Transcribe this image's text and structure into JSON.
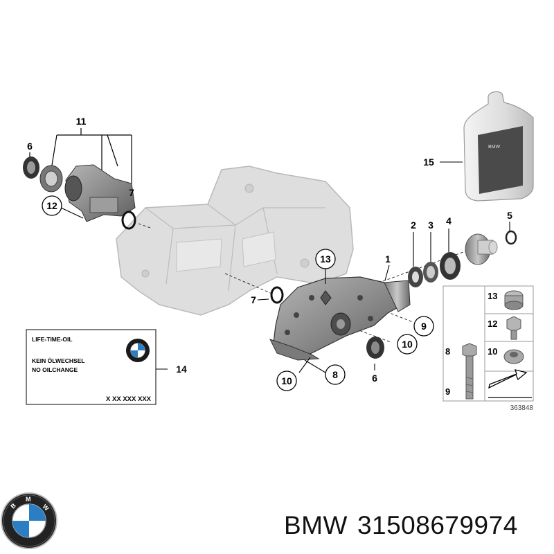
{
  "callouts": {
    "c1": "1",
    "c2": "2",
    "c3": "3",
    "c4": "4",
    "c5": "5",
    "c6_top": "6",
    "c6_bottom": "6",
    "c7_top": "7",
    "c7_mid": "7",
    "c8": "8",
    "c9": "9",
    "c10_right": "10",
    "c10_bottom": "10",
    "c11": "11",
    "c12": "12",
    "c13": "13",
    "c14": "14",
    "c15": "15"
  },
  "label_box": {
    "line1": "LIFE-TIME-OIL",
    "line2": "KEIN ÖLWECHSEL",
    "line3": "NO OILCHANGE",
    "code": "X XX XXX XXX"
  },
  "hardware_panel": {
    "n13": "13",
    "n12": "12",
    "n10": "10",
    "n8": "8",
    "n9": "9",
    "drawing_no": "363848"
  },
  "oil_bottle_label": "BMW",
  "footer": {
    "brand": "BMW",
    "part_number": "31508679974"
  },
  "colors": {
    "part_fill": "#9a9a9a",
    "part_dark": "#6e6e6e",
    "ghost_fill": "#d9d9d9",
    "ghost_stroke": "#bdbdbd",
    "bmw_blue": "#2c7ec2"
  }
}
